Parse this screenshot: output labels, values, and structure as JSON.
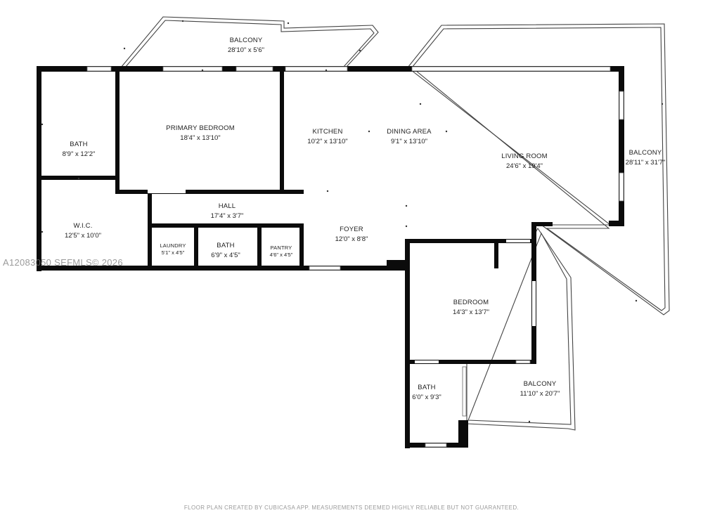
{
  "rooms": {
    "balcony_top": {
      "name": "BALCONY",
      "dim": "28'10\" x 5'6\""
    },
    "primary_bed": {
      "name": "PRIMARY BEDROOM",
      "dim": "18'4\" x 13'10\""
    },
    "bath_main": {
      "name": "BATH",
      "dim": "8'9\" x 12'2\""
    },
    "kitchen": {
      "name": "KITCHEN",
      "dim": "10'2\" x 13'10\""
    },
    "dining": {
      "name": "DINING AREA",
      "dim": "9'1\" x 13'10\""
    },
    "living": {
      "name": "LIVING ROOM",
      "dim": "24'6\" x 19'4\""
    },
    "balcony_right": {
      "name": "BALCONY",
      "dim": "28'11\" x 31'7\""
    },
    "hall": {
      "name": "HALL",
      "dim": "17'4\" x 3'7\""
    },
    "wic": {
      "name": "W.I.C.",
      "dim": "12'5\" x 10'0\""
    },
    "foyer": {
      "name": "FOYER",
      "dim": "12'0\" x 8'8\""
    },
    "laundry": {
      "name": "LAUNDRY",
      "dim": "5'1\" x 4'5\""
    },
    "bath_hall": {
      "name": "BATH",
      "dim": "6'9\" x 4'5\""
    },
    "pantry": {
      "name": "PANTRY",
      "dim": "4'6\" x 4'5\""
    },
    "bedroom": {
      "name": "BEDROOM",
      "dim": "14'3\" x 13'7\""
    },
    "bath_small": {
      "name": "BATH",
      "dim": "6'0\" x 9'3\""
    },
    "balcony_lower": {
      "name": "BALCONY",
      "dim": "11'10\" x 20'7\""
    }
  },
  "watermark": "A12083050  SEFMLS© 2026",
  "footer": "FLOOR PLAN CREATED BY CUBICASA APP. MEASUREMENTS DEEMED HIGHLY RELIABLE BUT NOT GUARANTEED."
}
